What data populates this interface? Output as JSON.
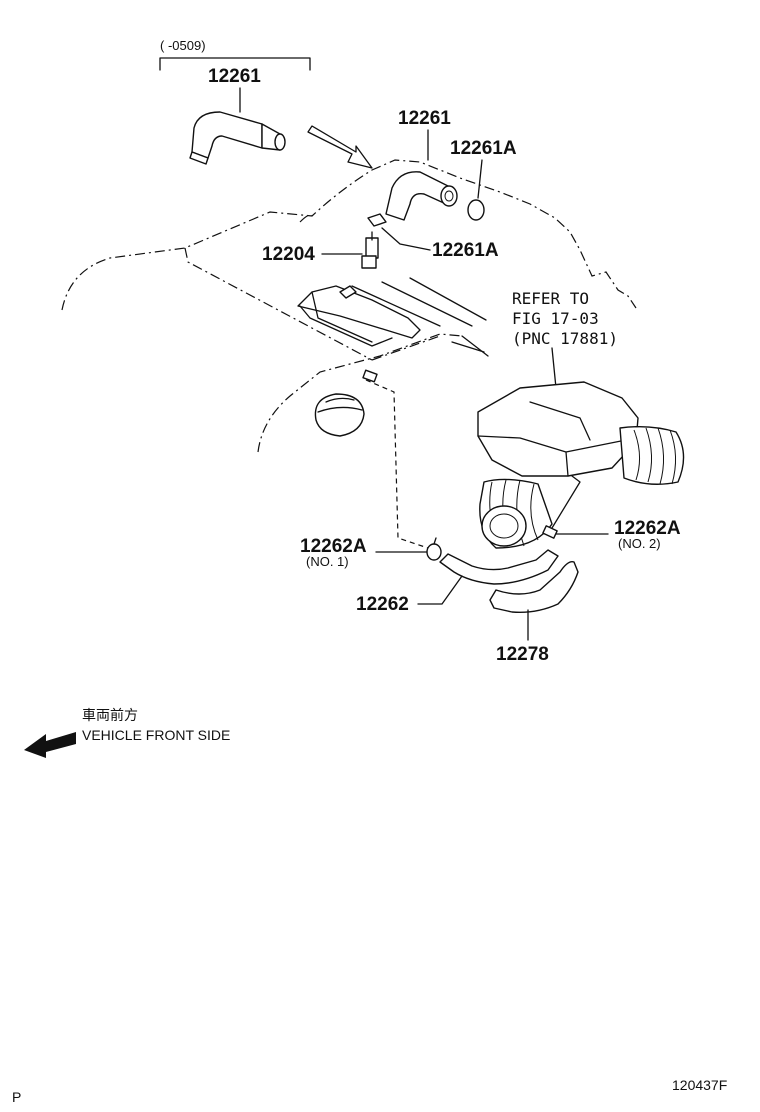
{
  "date_range": "(      -0509)",
  "labels": {
    "hose_old": "12261",
    "hose_new": "12261",
    "clamp_a": "12261A",
    "clamp_b": "12261A",
    "pcv_valve": "12204",
    "clamp_no1": "12262A",
    "clamp_no1_sub": "(NO. 1)",
    "clamp_no2": "12262A",
    "clamp_no2_sub": "(NO. 2)",
    "hose_12262": "12262",
    "hose_12278": "12278"
  },
  "refer": {
    "line1": "REFER TO",
    "line2": "FIG 17-03",
    "line3": "(PNC 17881)"
  },
  "direction": {
    "japanese": "車両前方",
    "english": "VEHICLE FRONT SIDE"
  },
  "footer": {
    "left": "P",
    "right": "120437F"
  }
}
